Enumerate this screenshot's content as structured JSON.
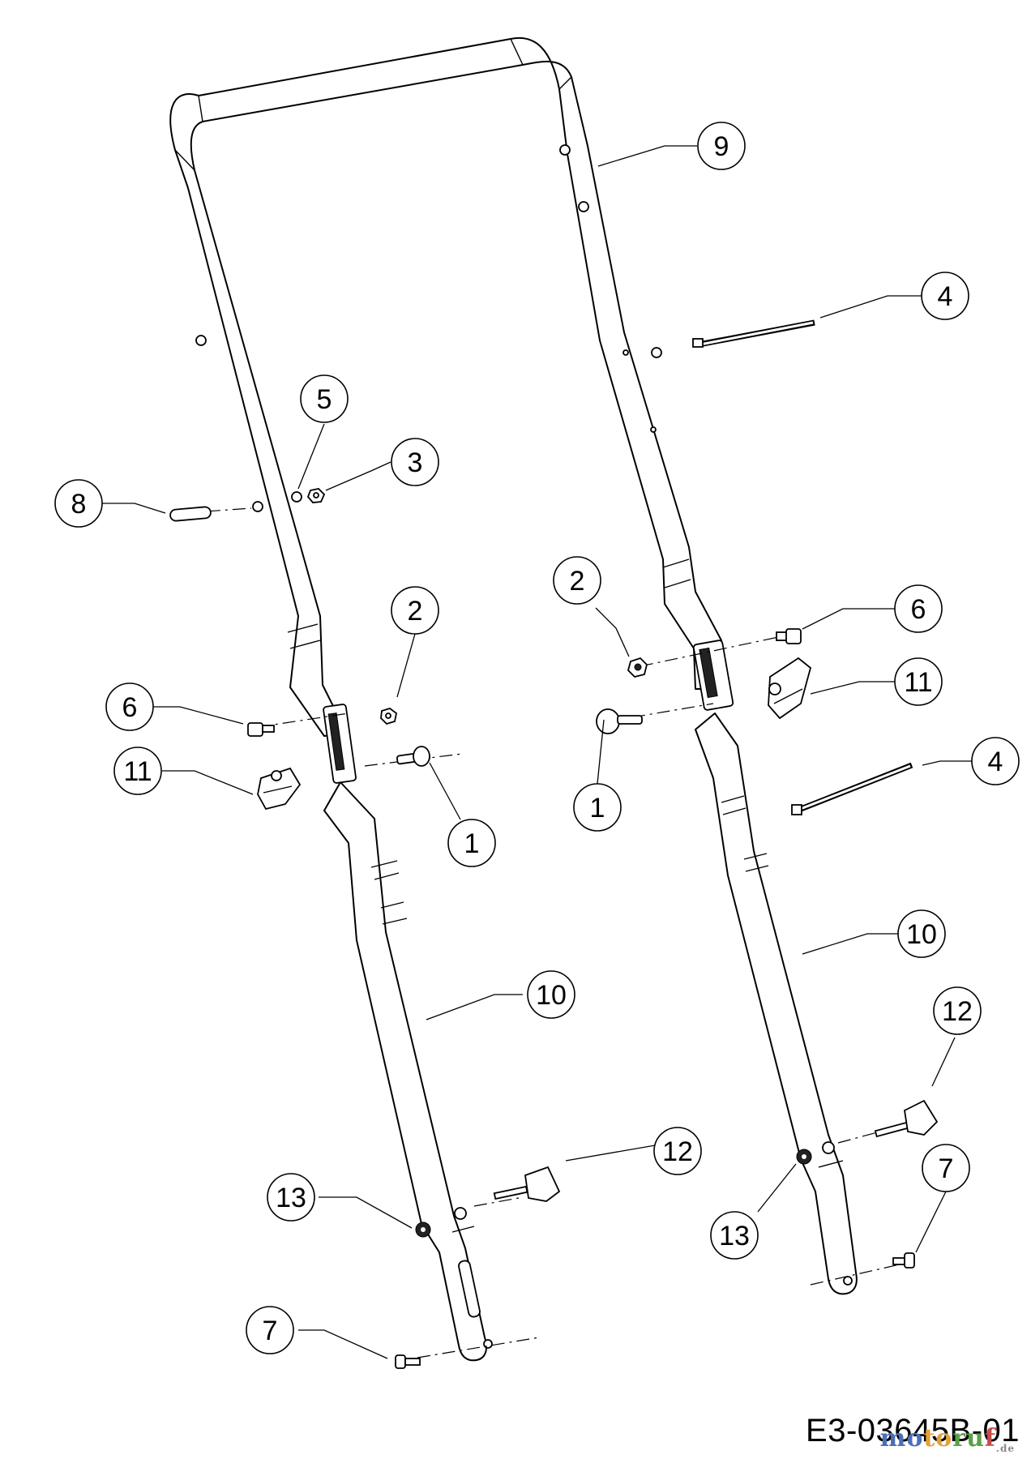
{
  "diagram": {
    "callouts": [
      {
        "id": "c9",
        "label": "9"
      },
      {
        "id": "c4a",
        "label": "4"
      },
      {
        "id": "c5",
        "label": "5"
      },
      {
        "id": "c3",
        "label": "3"
      },
      {
        "id": "c8",
        "label": "8"
      },
      {
        "id": "c2a",
        "label": "2"
      },
      {
        "id": "c2b",
        "label": "2"
      },
      {
        "id": "c6a",
        "label": "6"
      },
      {
        "id": "c6b",
        "label": "6"
      },
      {
        "id": "c11a",
        "label": "11"
      },
      {
        "id": "c11b",
        "label": "11"
      },
      {
        "id": "c1a",
        "label": "1"
      },
      {
        "id": "c1b",
        "label": "1"
      },
      {
        "id": "c4b",
        "label": "4"
      },
      {
        "id": "c10a",
        "label": "10"
      },
      {
        "id": "c10b",
        "label": "10"
      },
      {
        "id": "c12a",
        "label": "12"
      },
      {
        "id": "c12b",
        "label": "12"
      },
      {
        "id": "c13a",
        "label": "13"
      },
      {
        "id": "c13b",
        "label": "13"
      },
      {
        "id": "c7a",
        "label": "7"
      },
      {
        "id": "c7b",
        "label": "7"
      }
    ],
    "drawing_code": "E3-03645B-01",
    "watermark": {
      "text": "motoruf",
      "suffix": ".de"
    }
  }
}
